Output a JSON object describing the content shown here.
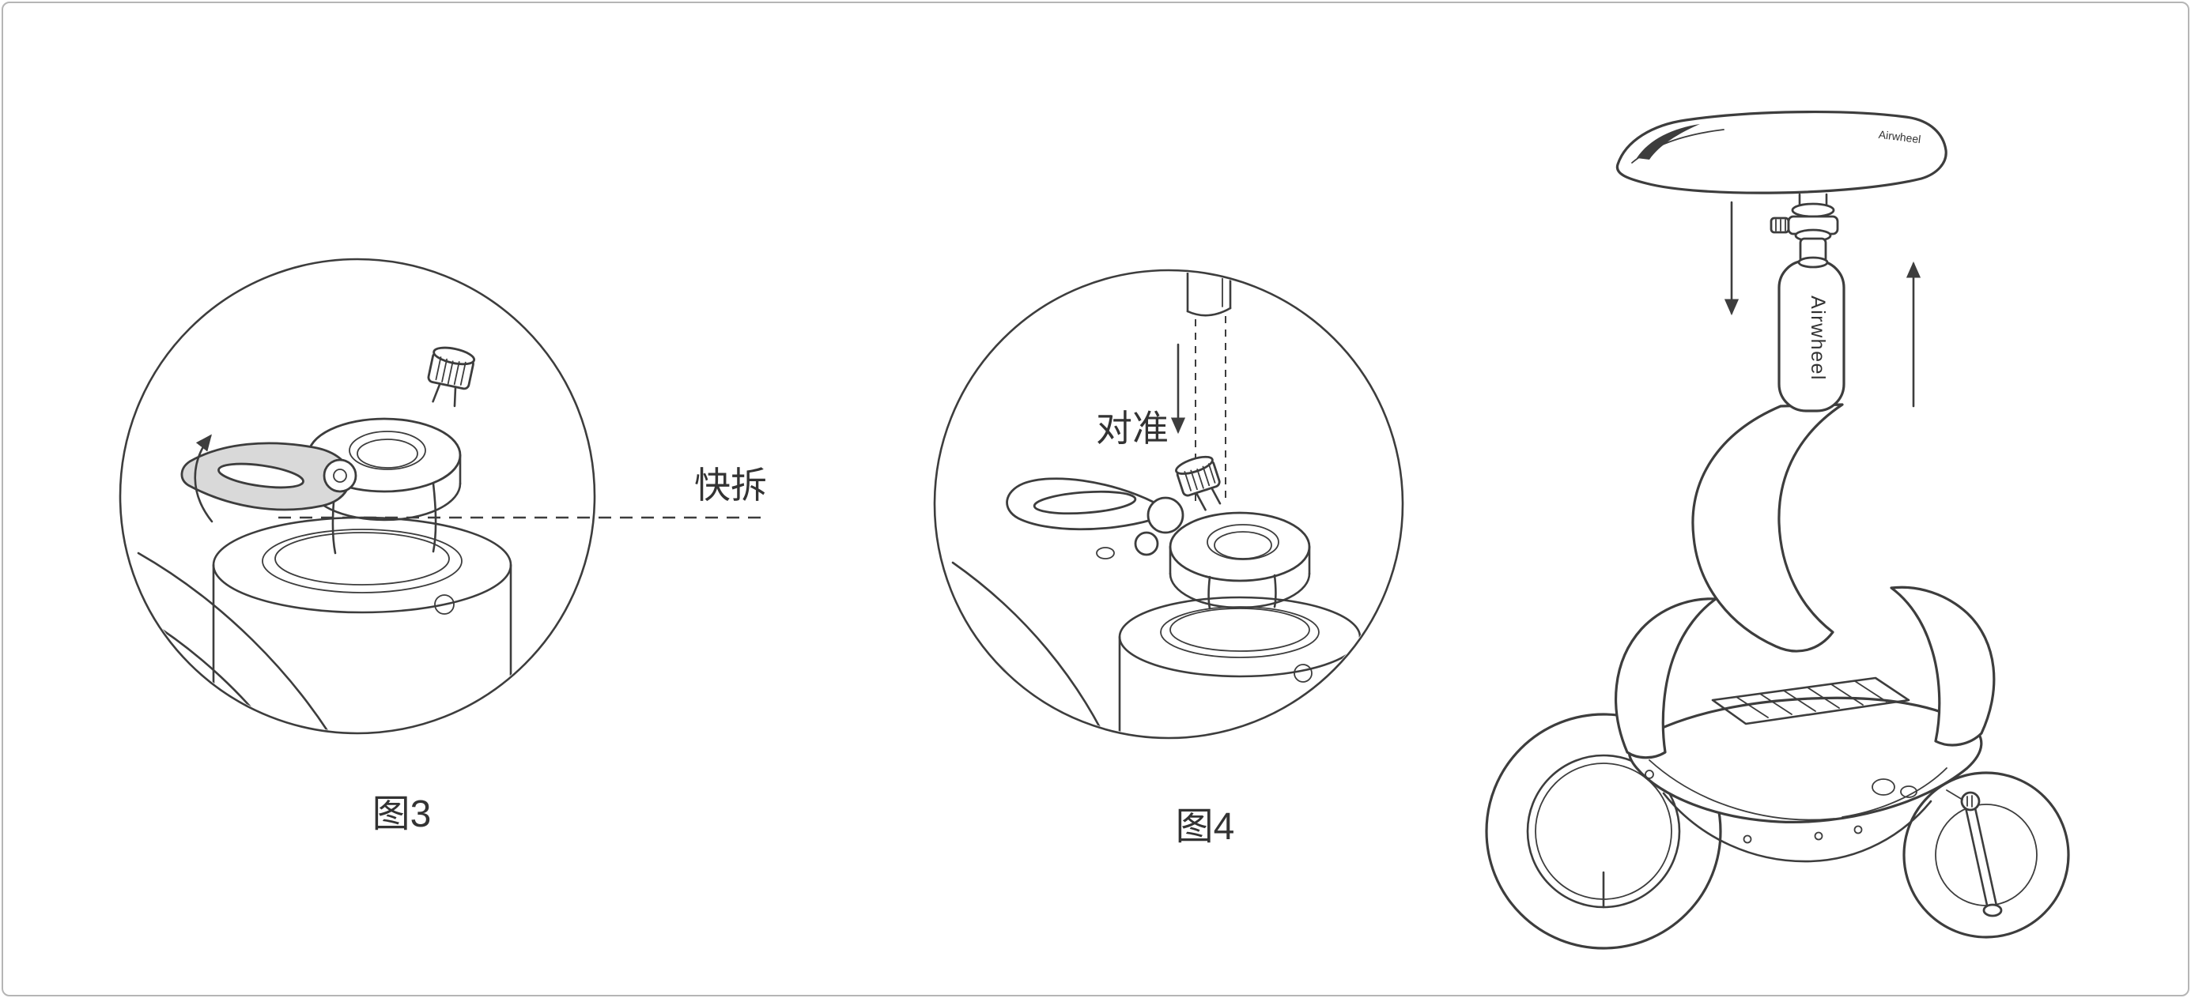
{
  "figures": {
    "fig3": {
      "caption": "图3",
      "callout": "快拆"
    },
    "fig4": {
      "caption": "图4",
      "callout": "对准"
    }
  },
  "scooter": {
    "stem_brand": "Airwheel",
    "seat_brand": "Airwheel"
  },
  "colors": {
    "line": "#3d3d3d",
    "lever_fill": "#d9d9d9",
    "border": "#b5b5b5",
    "background": "#ffffff"
  }
}
